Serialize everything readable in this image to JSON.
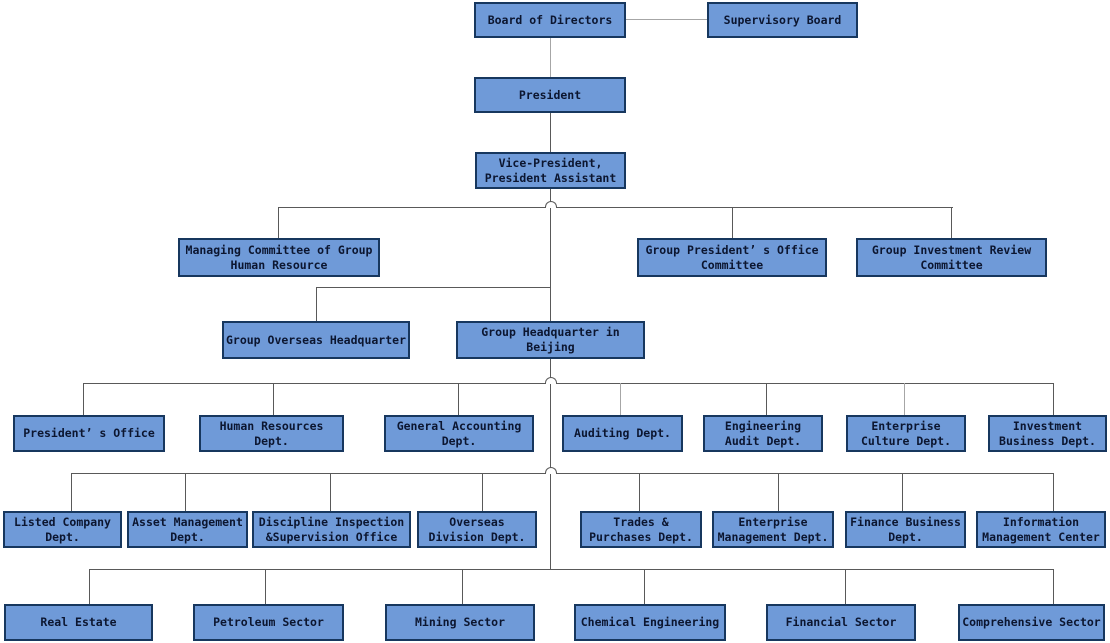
{
  "diagram": {
    "type": "org-chart",
    "colors": {
      "node_fill": "#6f9ad8",
      "node_border": "#17375e",
      "node_text": "#0c1630",
      "line": "#595959",
      "line_light": "#a6a6a6",
      "background": "#ffffff"
    },
    "nodes": {
      "board_of_directors": "Board of Directors",
      "supervisory_board": "Supervisory Board",
      "president": "President",
      "vice_president": "Vice-President, President Assistant",
      "managing_committee": "Managing Committee of Group Human Resource",
      "group_presidents_office_committee": "Group President’ s Office Committee",
      "group_investment_review_committee": "Group Investment Review Committee",
      "group_overseas_headquarter": "Group Overseas Headquarter",
      "group_headquarter_beijing": "Group Headquarter in Beijing",
      "presidents_office": "President’ s Office",
      "human_resources": "Human Resources Dept.",
      "general_accounting": "General Accounting Dept.",
      "auditing": "Auditing Dept.",
      "engineering_audit": "Engineering Audit Dept.",
      "enterprise_culture": "Enterprise Culture Dept.",
      "investment_business": "Investment Business Dept.",
      "listed_company": "Listed Company Dept.",
      "asset_management": "Asset Management Dept.",
      "discipline_inspection": "Discipline Inspection &Supervision Office",
      "overseas_division": "Overseas Division Dept.",
      "trades_purchases": "Trades & Purchases Dept.",
      "enterprise_management": "Enterprise Management Dept.",
      "finance_business": "Finance Business Dept.",
      "information_management": "Information Management Center",
      "real_estate": "Real Estate",
      "petroleum_sector": "Petroleum Sector",
      "mining_sector": "Mining Sector",
      "chemical_engineering": "Chemical Engineering",
      "financial_sector": "Financial Sector",
      "comprehensive_sector": "Comprehensive Sector"
    }
  }
}
